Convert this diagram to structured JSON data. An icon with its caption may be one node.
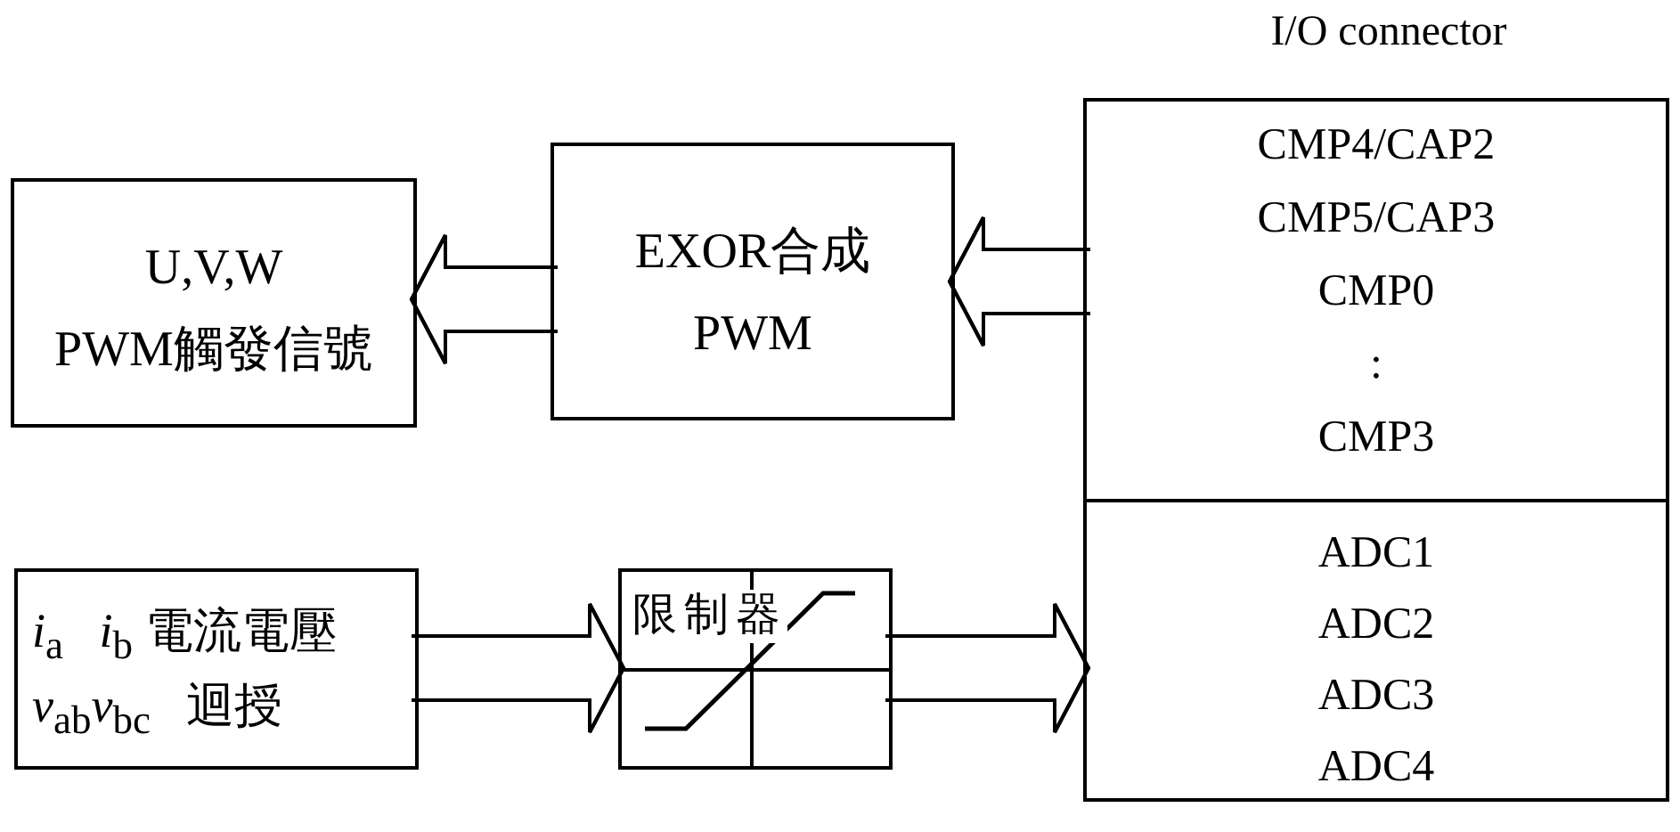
{
  "diagram": {
    "nodes": [
      {
        "text": [
          "I/O connector"
        ]
      },
      {
        "text": [
          "CMP4/CAP2",
          "CMP5/CAP3",
          "CMP0",
          ":",
          "CMP3"
        ],
        "in": 0
      },
      {
        "text": [
          "ADC1",
          "ADC2",
          "ADC3",
          "ADC4"
        ],
        "in": 0
      },
      {
        "text": [
          "EXOR合成 PWM"
        ]
      },
      {
        "text": [
          "U,V,W PWM觸發信號"
        ]
      },
      {
        "text": [
          "*i*$_{a}$   *i*$_{b}$ 電流電壓",
          "*v*$_{ab}$*v*$_{bc}$   迴授"
        ]
      },
      {
        "text": [
          "限制器"
        ]
      }
    ],
    "edges": [
      {
        "from": 1,
        "to": 3,
        "arrow": "to"
      },
      {
        "from": 3,
        "to": 4,
        "arrow": "to"
      },
      {
        "from": 5,
        "to": 6,
        "arrow": "to"
      },
      {
        "from": 6,
        "to": 2,
        "arrow": "to"
      }
    ]
  }
}
